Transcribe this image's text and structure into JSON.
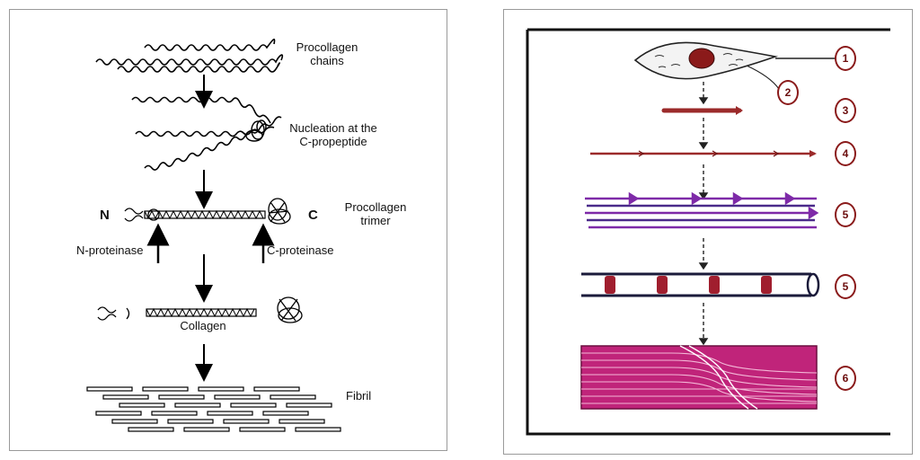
{
  "left": {
    "labels": {
      "procollagen_chains": [
        "Procollagen",
        "chains"
      ],
      "nucleation": [
        "Nucleation at the",
        "C-propeptide"
      ],
      "procollagen_trimer": [
        "Procollagen",
        "trimer"
      ],
      "n_end": "N",
      "c_end": "C",
      "n_proteinase": "N-proteinase",
      "c_proteinase": "C-proteinase",
      "collagen": "Collagen",
      "fibril": "Fibril"
    }
  },
  "right": {
    "markers": [
      "1",
      "2",
      "3",
      "4",
      "5",
      "5",
      "6"
    ],
    "colors": {
      "cell_nucleus": "#8b1a1a",
      "fiber_brown": "#9b2a2a",
      "fiber_purple": "#7e2aa8",
      "fibril_band": "#a01e2e",
      "fiber_bundle": "#c0247a",
      "marker_ring": "#8a1a1a"
    }
  }
}
